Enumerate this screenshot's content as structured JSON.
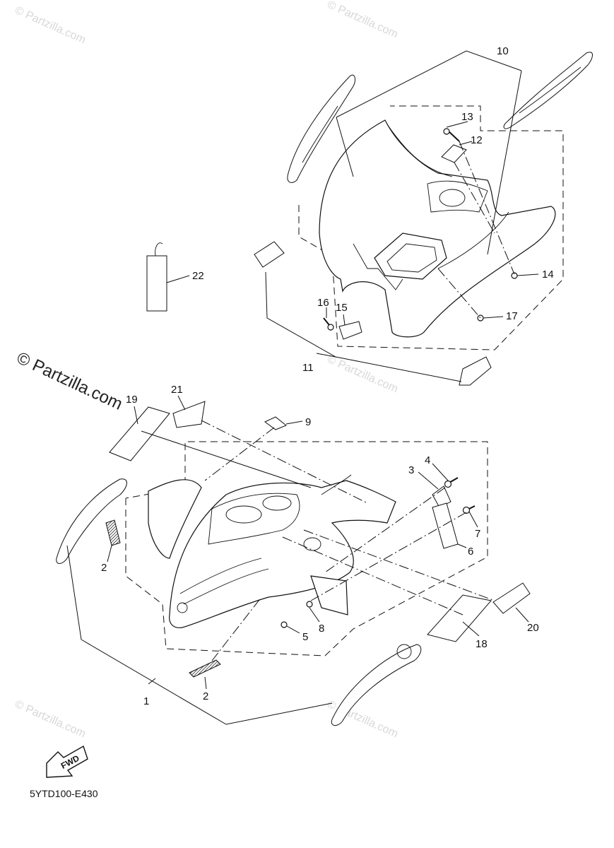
{
  "watermarks": {
    "small": "© Partzilla.com",
    "large": "© Partzilla.com"
  },
  "diagram_code": "5YTD100-E430",
  "fwd_label": "FWD",
  "callouts": {
    "c1": "1",
    "c2a": "2",
    "c2b": "2",
    "c3": "3",
    "c4": "4",
    "c5": "5",
    "c6": "6",
    "c7": "7",
    "c8": "8",
    "c9": "9",
    "c10": "10",
    "c11": "11",
    "c12": "12",
    "c13": "13",
    "c14": "14",
    "c15": "15",
    "c16": "16",
    "c17": "17",
    "c18": "18",
    "c19": "19",
    "c20": "20",
    "c21": "21",
    "c22": "22"
  },
  "colors": {
    "line": "#111111",
    "watermark": "#d8d8d8"
  }
}
